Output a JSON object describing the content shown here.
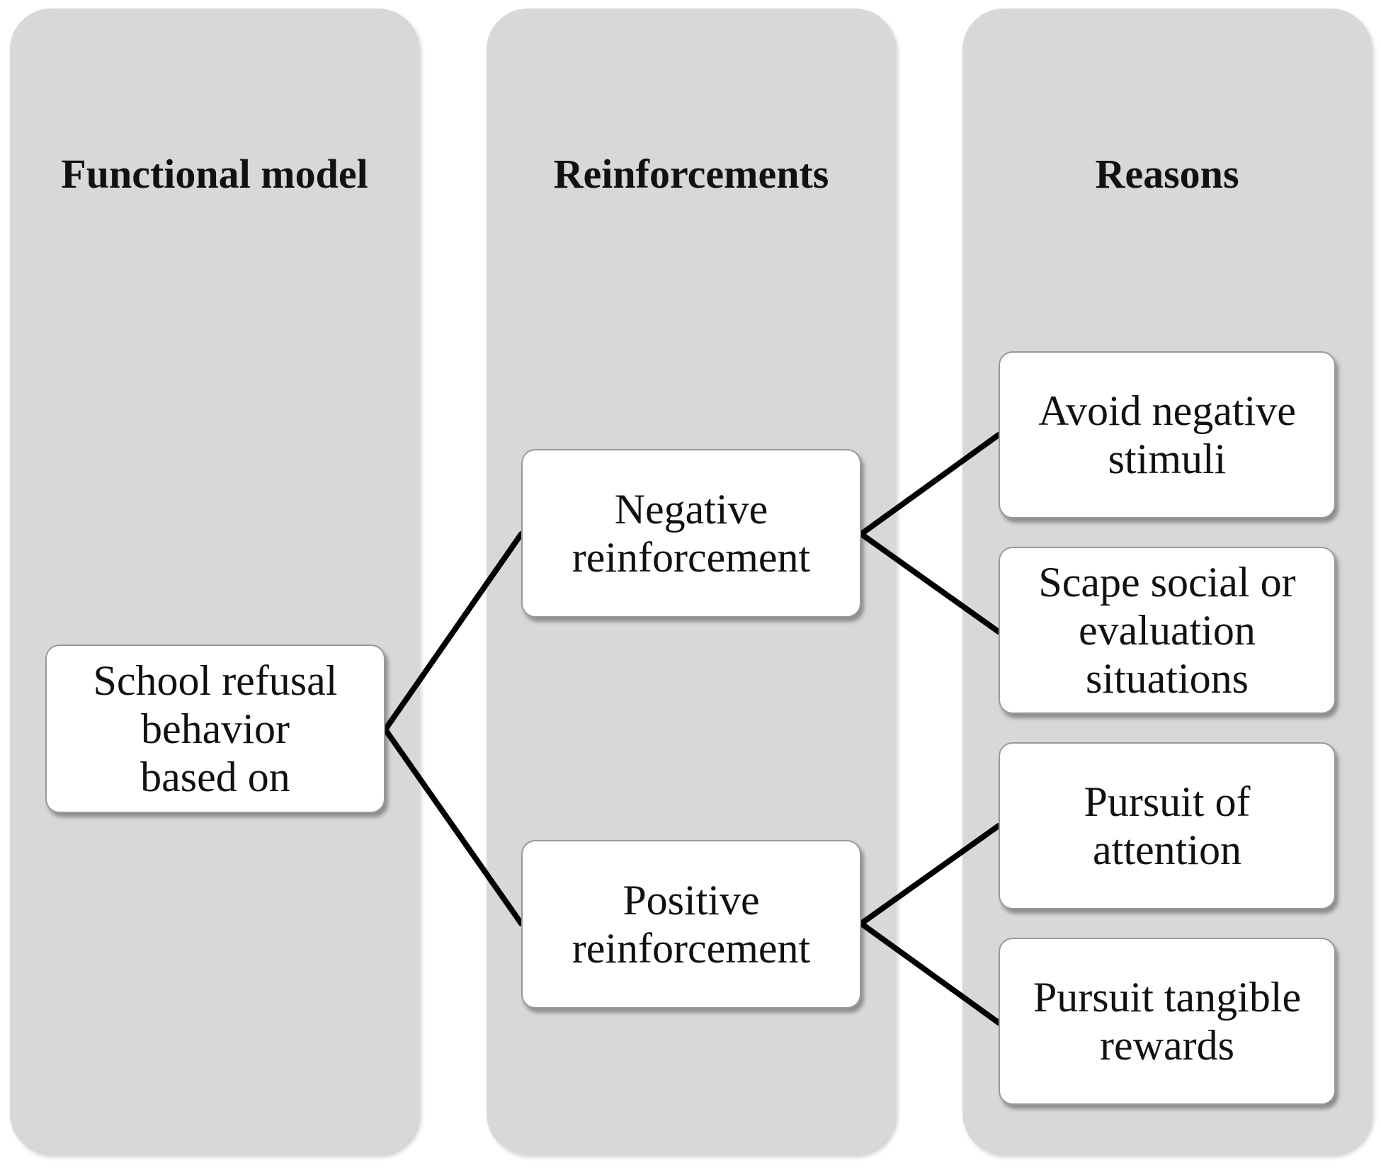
{
  "columns": {
    "functional_model": {
      "title": "Functional model"
    },
    "reinforcements": {
      "title": "Reinforcements"
    },
    "reasons": {
      "title": "Reasons"
    }
  },
  "nodes": {
    "root": "School refusal\nbehavior\nbased on",
    "negative_reinforcement": "Negative\nreinforcement",
    "positive_reinforcement": "Positive\nreinforcement",
    "avoid_negative_stimuli": "Avoid negative\nstimuli",
    "scape_social": "Scape social or\nevaluation\nsituations",
    "pursuit_attention": "Pursuit of\nattention",
    "pursuit_tangible": "Pursuit tangible\nrewards"
  },
  "colors": {
    "column_background": "#d8d8d8",
    "node_background": "#ffffff",
    "connector": "#000000",
    "text": "#111111"
  }
}
